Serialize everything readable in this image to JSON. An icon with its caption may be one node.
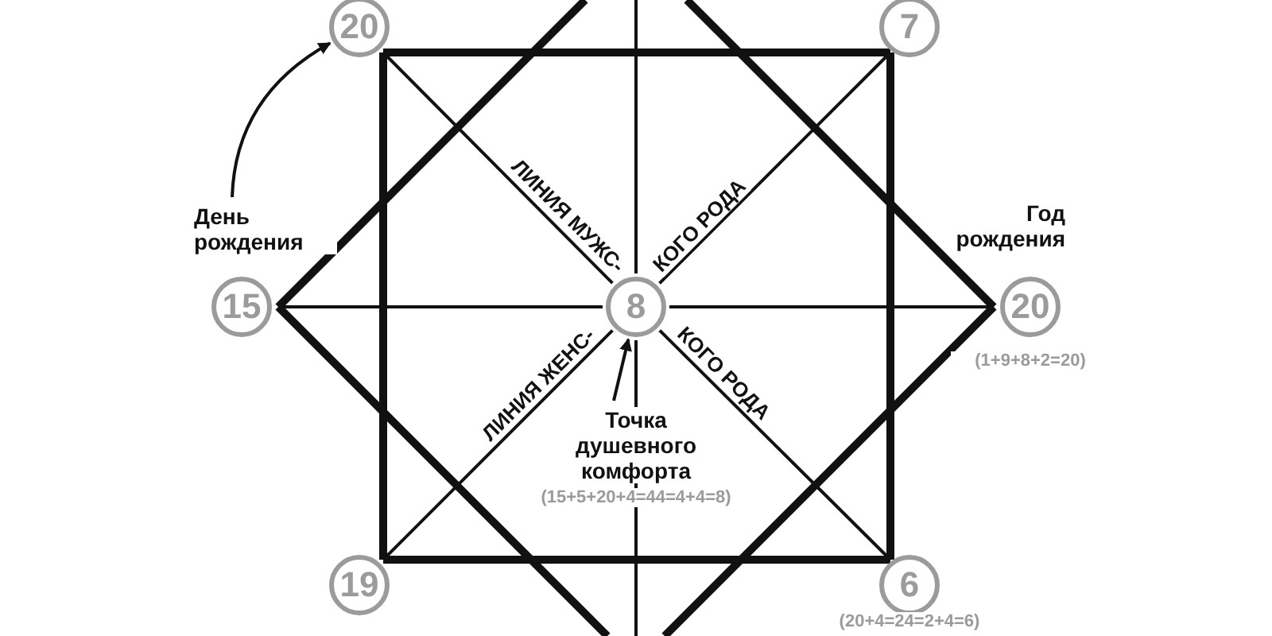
{
  "diagram": {
    "nodes": [
      {
        "text": [
          "20"
        ]
      },
      {
        "text": [
          "7"
        ]
      },
      {
        "text": [
          "День рождения"
        ]
      },
      {
        "text": [
          "15"
        ]
      },
      {
        "text": [
          "8"
        ]
      },
      {
        "text": [
          "20"
        ],
        "beside": [
          "Год рождения",
          "(1+9+8+2=20)"
        ]
      },
      {
        "text": [
          "Точка душевного комфорта"
        ],
        "beside": [
          "(15+5+20+4=44=4+4=8)"
        ]
      },
      {
        "text": [
          "19"
        ]
      },
      {
        "text": [
          "6"
        ],
        "beside": [
          "(20+4=24=2+4=6)"
        ]
      }
    ],
    "edges": [
      {
        "from": 2,
        "to": 0,
        "arrow": "to"
      },
      {
        "from": 0,
        "to": 1,
        "arrow": "none",
        "style": "thick"
      },
      {
        "from": 1,
        "to": 8,
        "arrow": "none",
        "style": "thick"
      },
      {
        "from": 8,
        "to": 7,
        "arrow": "none",
        "style": "thick"
      },
      {
        "from": 7,
        "to": 0,
        "arrow": "none",
        "style": "thick"
      },
      {
        "from": 0,
        "to": 4,
        "arrow": "none",
        "label": "ЛИНИЯ МУЖС-"
      },
      {
        "from": 4,
        "to": 1,
        "arrow": "none",
        "label": "КОГО РОДА"
      },
      {
        "from": 7,
        "to": 4,
        "arrow": "none",
        "label": "ЛИНИЯ ЖЕНС-"
      },
      {
        "from": 4,
        "to": 8,
        "arrow": "none",
        "label": "КОГО РОДА"
      },
      {
        "from": 3,
        "to": 4,
        "arrow": "none"
      },
      {
        "from": 4,
        "to": 5,
        "arrow": "none"
      },
      {
        "from": 3,
        "to": null,
        "arrow": "none",
        "style": "thick"
      },
      {
        "from": 3,
        "to": null,
        "arrow": "none",
        "style": "thick"
      },
      {
        "from": 5,
        "to": null,
        "arrow": "none",
        "style": "thick"
      },
      {
        "from": 5,
        "to": null,
        "arrow": "none",
        "style": "thick"
      },
      {
        "from": null,
        "to": 4,
        "arrow": "none"
      },
      {
        "from": 4,
        "to": null,
        "arrow": "none"
      },
      {
        "from": 6,
        "to": 4,
        "arrow": "to"
      }
    ]
  }
}
